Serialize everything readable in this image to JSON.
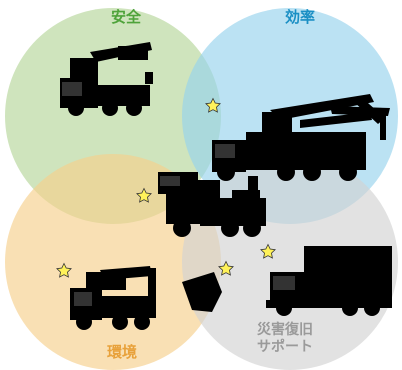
{
  "circles": {
    "safety": {
      "label": "安全",
      "color": "#4fa33b"
    },
    "efficiency": {
      "label": "効率",
      "color": "#1a8fc4"
    },
    "environment": {
      "label": "環境",
      "color": "#e8a13a"
    },
    "disaster": {
      "line1": "災害復旧",
      "line2": "サポート",
      "color": "#9a9a9a"
    }
  },
  "marker_icon": "star-icon"
}
